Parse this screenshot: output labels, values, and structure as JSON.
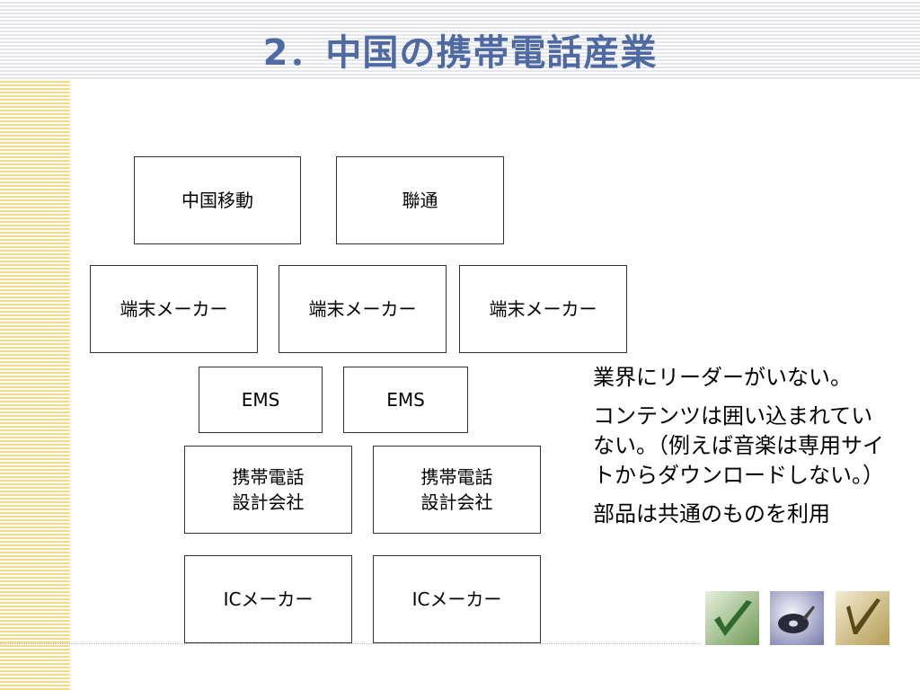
{
  "slide": {
    "title": "2．中国の携帯電話産業"
  },
  "diagram": {
    "operators": [
      "中国移動",
      "聯通"
    ],
    "handset_makers": [
      "端末メーカー",
      "端末メーカー",
      "端末メーカー"
    ],
    "ems": [
      "EMS",
      "EMS"
    ],
    "design_houses": [
      "携帯電話\n設計会社",
      "携帯電話\n設計会社"
    ],
    "ic_makers": [
      "ICメーカー",
      "ICメーカー"
    ]
  },
  "notes": [
    "業界にリーダーがいない。",
    "コンテンツは囲い込まれていない。（例えば音楽は専用サイトからダウンロードしない。）",
    "部品は共通のものを利用"
  ],
  "decor_icons": [
    "check-mark-icon",
    "disc-icon",
    "pen-checkmark-icon"
  ]
}
